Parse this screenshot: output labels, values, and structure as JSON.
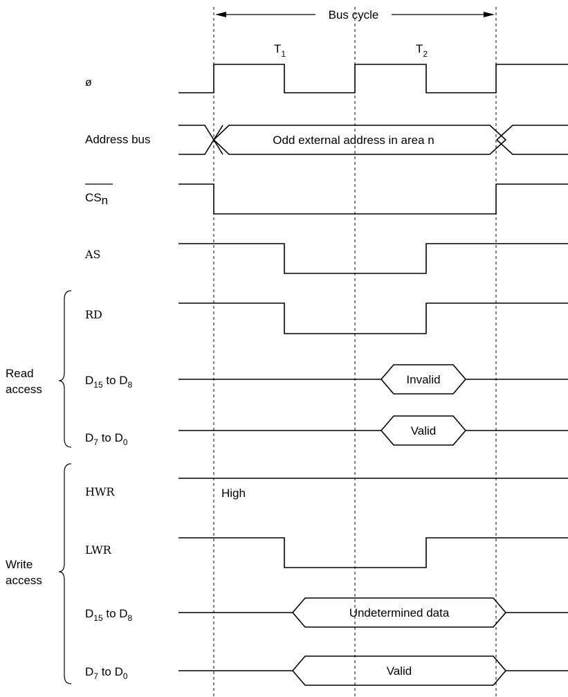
{
  "header": {
    "bus_cycle": "Bus cycle",
    "t1": "T",
    "t1_sub": "1",
    "t2": "T",
    "t2_sub": "2"
  },
  "signals": {
    "phi": "ø",
    "address_bus": "Address bus",
    "address_value": "Odd external address in area n",
    "cs_main": "CS",
    "cs_sub": "n",
    "as": "AS",
    "rd": "RD",
    "hwr": "HWR",
    "hwr_state": "High",
    "lwr": "LWR"
  },
  "read": {
    "group_line1": "Read",
    "group_line2": "access",
    "d_high_main1": "D",
    "d_high_sub1": "15",
    "d_high_mid": " to D",
    "d_high_sub2": "8",
    "d_low_main1": "D",
    "d_low_sub1": "7",
    "d_low_mid": " to D",
    "d_low_sub2": "0",
    "d_high_value": "Invalid",
    "d_low_value": "Valid"
  },
  "write": {
    "group_line1": "Write",
    "group_line2": "access",
    "d_high_main1": "D",
    "d_high_sub1": "15",
    "d_high_mid": " to D",
    "d_high_sub2": "8",
    "d_low_main1": "D",
    "d_low_sub1": "7",
    "d_low_mid": " to D",
    "d_low_sub2": "0",
    "d_high_value": "Undetermined data",
    "d_low_value": "Valid"
  }
}
